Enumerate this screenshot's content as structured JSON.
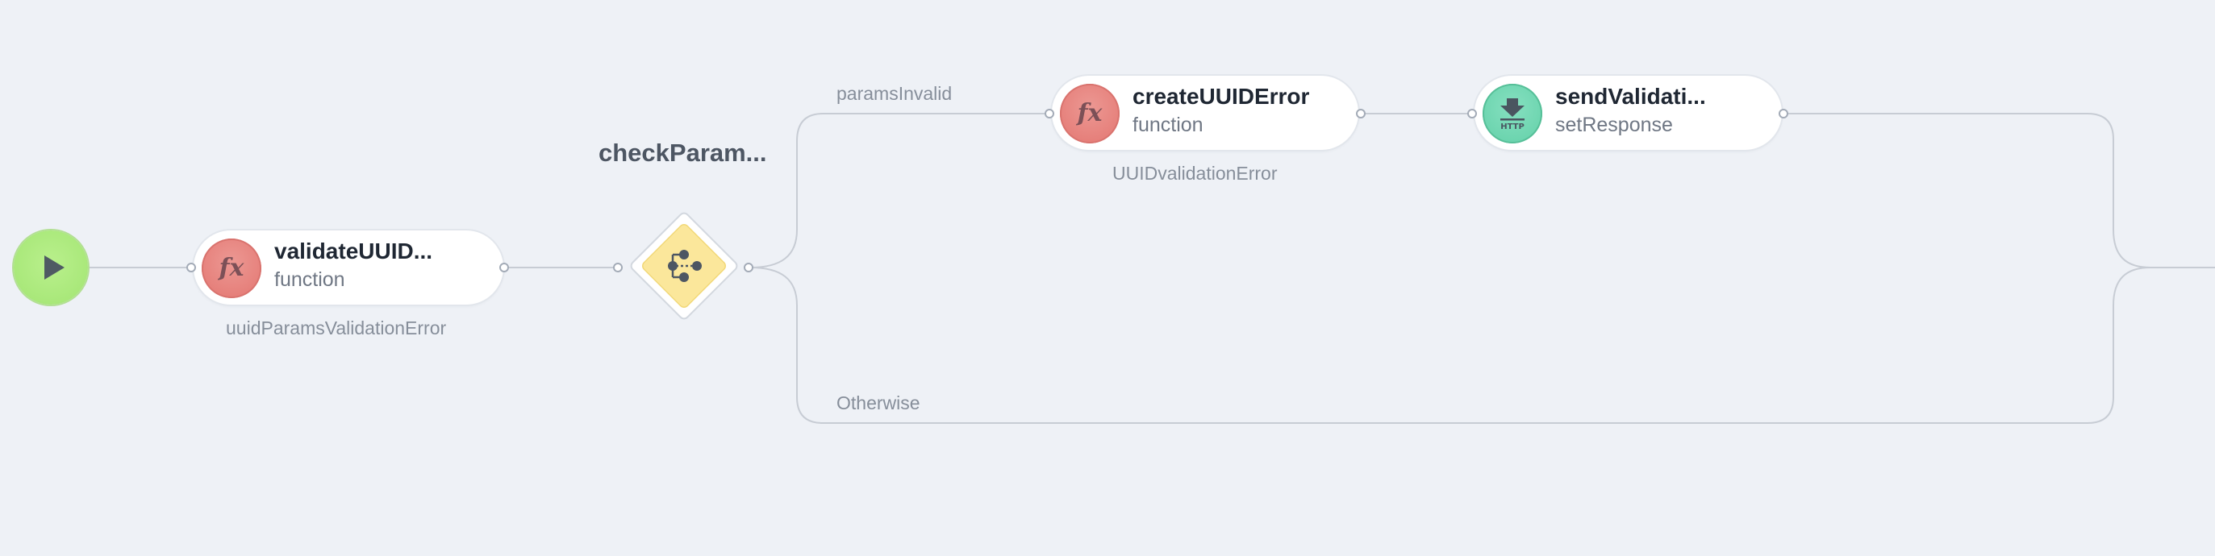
{
  "flow": {
    "start": {
      "icon": "play-icon"
    },
    "validate_node": {
      "title": "validateUUID...",
      "subtitle": "function",
      "caption": "uuidParamsValidationError",
      "icon": "function-fx-icon"
    },
    "decision_node": {
      "title": "checkParam...",
      "icon": "branch-icon"
    },
    "branches": {
      "top_label": "paramsInvalid",
      "bottom_label": "Otherwise"
    },
    "create_error_node": {
      "title": "createUUIDError",
      "subtitle": "function",
      "caption": "UUIDvalidationError",
      "icon": "function-fx-icon",
      "icon_glyph": "fx"
    },
    "send_node": {
      "title": "sendValidati...",
      "subtitle": "setResponse",
      "icon": "http-download-icon",
      "icon_text": "HTTP"
    }
  },
  "colors": {
    "background": "#eef1f6",
    "start_green": "#a9e87a",
    "function_red": "#e6807b",
    "decision_yellow": "#fbe79b",
    "http_teal": "#6bd4ae",
    "wire_gray": "#c7ccd4"
  }
}
